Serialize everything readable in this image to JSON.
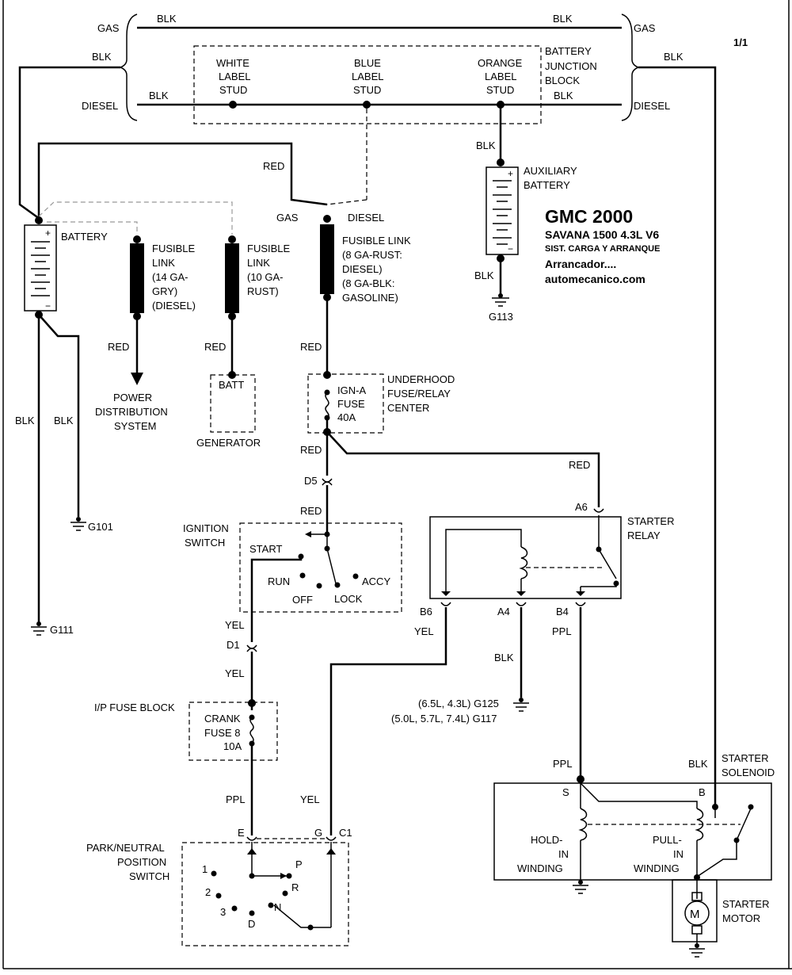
{
  "page": "1/1",
  "header": {
    "title": "GMC 2000",
    "model": "SAVANA 1500  4.3L  V6",
    "system": "SIST. CARGA Y ARRANQUE",
    "section": "Arrancador....",
    "site": "automecanico.com"
  },
  "labels": {
    "gas_tl": "GAS",
    "blk_gas_top": "BLK",
    "blk_gas_top_r": "BLK",
    "gas_tr": "GAS",
    "blk_left_top": "BLK",
    "blk_right_top": "BLK",
    "diesel_l": "DIESEL",
    "blk_diesel_l": "BLK",
    "blk_diesel_r": "BLK",
    "diesel_r": "DIESEL",
    "stud_white": [
      "WHITE",
      "LABEL",
      "STUD"
    ],
    "stud_blue": [
      "BLUE",
      "LABEL",
      "STUD"
    ],
    "stud_orange": [
      "ORANGE",
      "LABEL",
      "STUD"
    ],
    "bjb": [
      "BATTERY",
      "JUNCTION",
      "BLOCK"
    ],
    "blk_aux_top": "BLK",
    "aux_batt": [
      "AUXILIARY",
      "BATTERY"
    ],
    "blk_aux_bot": "BLK",
    "g113": "G113",
    "red_top": "RED",
    "gas_fl": "GAS",
    "diesel_fl": "DIESEL",
    "battery": "BATTERY",
    "fl14": [
      "FUSIBLE",
      "LINK",
      "(14 GA-",
      "GRY)",
      "(DIESEL)"
    ],
    "fl10": [
      "FUSIBLE",
      "LINK",
      "(10 GA-",
      "RUST)"
    ],
    "fl8": [
      "FUSIBLE LINK",
      "(8 GA-RUST:",
      "DIESEL)",
      "(8 GA-BLK:",
      "GASOLINE)"
    ],
    "red_pds": "RED",
    "red_gen": "RED",
    "red_fl8": "RED",
    "pds": [
      "POWER",
      "DISTRIBUTION",
      "SYSTEM"
    ],
    "batt": "BATT",
    "generator": "GENERATOR",
    "ign_fuse": [
      "IGN-A",
      "FUSE",
      "40A"
    ],
    "ufrc": [
      "UNDERHOOD",
      "FUSE/RELAY",
      "CENTER"
    ],
    "blk_g111": "BLK",
    "blk_g101": "BLK",
    "g101": "G101",
    "g111": "G111",
    "red_d5": "RED",
    "d5": "D5",
    "red_ign": "RED",
    "red_relay": "RED",
    "ign_switch": [
      "IGNITION",
      "SWITCH"
    ],
    "start": "START",
    "run": "RUN",
    "off": "OFF",
    "lock": "LOCK",
    "accy": "ACCY",
    "a6": "A6",
    "starter_relay": [
      "STARTER",
      "RELAY"
    ],
    "b6": "B6",
    "a4": "A4",
    "b4": "B4",
    "yel_b6": "YEL",
    "ppl_b4": "PPL",
    "blk_a4": "BLK",
    "g125": "(6.5L, 4.3L) G125",
    "g117": "(5.0L, 5.7L, 7.4L) G117",
    "yel_ign": "YEL",
    "d1": "D1",
    "yel_d1": "YEL",
    "ip_fuse_block": "I/P FUSE BLOCK",
    "crank_fuse": [
      "CRANK",
      "FUSE 8",
      "10A"
    ],
    "ppl_e": "PPL",
    "yel_g": "YEL",
    "pnp": [
      "PARK/NEUTRAL",
      "POSITION",
      "SWITCH"
    ],
    "e": "E",
    "g": "G",
    "c1": "C1",
    "p": "P",
    "r": "R",
    "n": "N",
    "d": "D",
    "n1": "1",
    "n2": "2",
    "n3": "3",
    "ppl_s": "PPL",
    "blk_b": "BLK",
    "starter_solenoid": [
      "STARTER",
      "SOLENOID"
    ],
    "s": "S",
    "b": "B",
    "hold": [
      "HOLD-",
      "IN",
      "WINDING"
    ],
    "pull": [
      "PULL-",
      "IN",
      "WINDING"
    ],
    "motor_m": "M",
    "starter_motor": [
      "STARTER",
      "MOTOR"
    ]
  }
}
